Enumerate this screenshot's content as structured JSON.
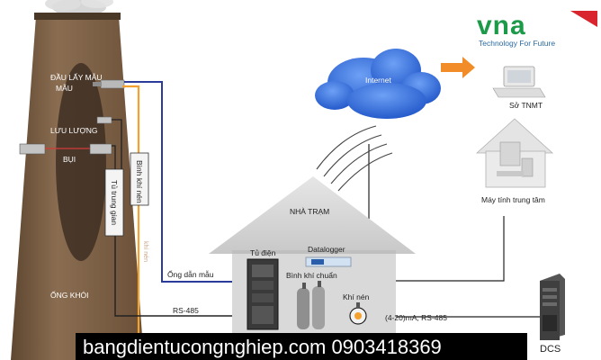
{
  "brand": {
    "logo_text": "vna",
    "tagline": "Technology For Future",
    "colors": {
      "green": "#1c9a4a",
      "red": "#d8252e"
    }
  },
  "chimney": {
    "sample_probe": "ĐẦU LẤY MẪU",
    "flow": "LƯU LƯỢNG",
    "dust": "BỤI",
    "stack": "ỐNG KHÓI",
    "intermediate_cabinet": "Tủ trung gian",
    "gas_cylinder_side": "Bình khí nén",
    "faint_text": "khí nén"
  },
  "station": {
    "house": "NHÀ TRẠM",
    "cabinet": "Tủ điện",
    "datalogger": "Datalogger",
    "calibration_gas": "Bình khí chuẩn",
    "compressed_air": "Khí nén"
  },
  "links": {
    "sample_tube": "Ống dẫn mẫu",
    "rs485_left": "RS-485",
    "analog_rs485": "(4-20)mA, RS-485"
  },
  "network": {
    "internet": "Internet",
    "so_tnmt": "Sở TNMT",
    "central_pc": "Máy tính trung tâm",
    "dcs": "DCS"
  },
  "footer": {
    "banner": "bangdientucongnghiep.com 0903418369"
  },
  "colors": {
    "chimney": "#7d6247",
    "wire_blue": "#2a3b9a",
    "wire_orange": "#f3a12f",
    "cloud": "#2f6fe0",
    "arrow": "#f28c28"
  }
}
